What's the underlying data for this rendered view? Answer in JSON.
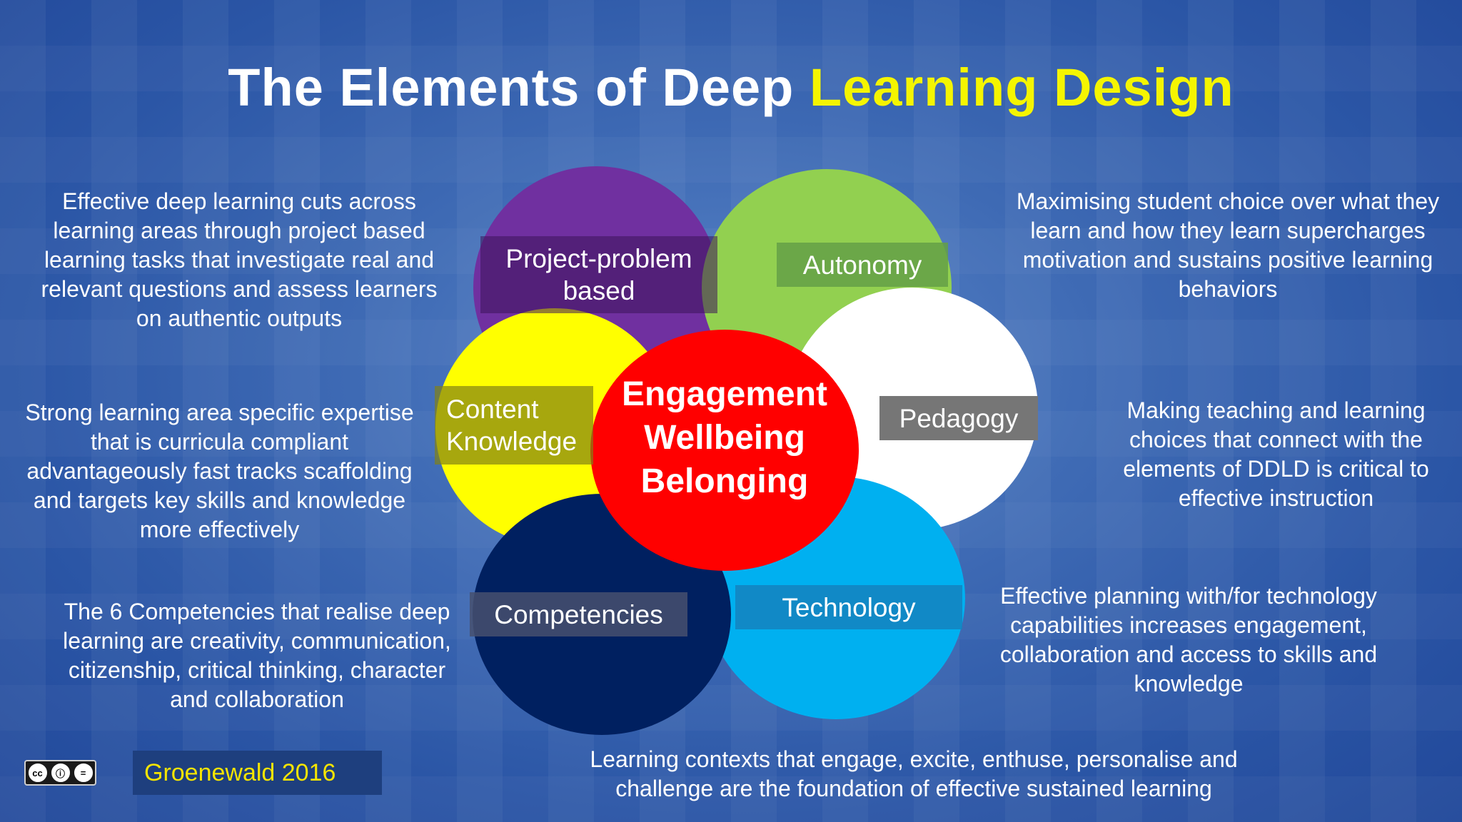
{
  "title": {
    "part1": "The Elements of Deep",
    "part2": "Learning Design"
  },
  "descriptions": {
    "project": "Effective deep learning cuts across learning areas through project based learning tasks that investigate real and relevant questions and assess learners on authentic outputs",
    "content": "Strong learning area specific expertise that is curricula compliant advantageously fast tracks scaffolding and targets key skills and knowledge more effectively",
    "competencies": "The 6 Competencies that realise deep learning are creativity, communication, citizenship, critical thinking, character and collaboration",
    "autonomy": "Maximising student choice over what they learn and how they learn supercharges motivation and sustains positive learning behaviors",
    "pedagogy": "Making teaching and learning choices that connect with the elements of DDLD is critical to effective instruction",
    "technology": "Effective planning with/for technology capabilities increases engagement, collaboration and access to skills and knowledge",
    "bottom": "Learning contexts that engage, excite, enthuse, personalise and challenge are the foundation of effective sustained learning"
  },
  "labels": {
    "project": "Project-problem based",
    "autonomy": "Autonomy",
    "content": "Content Knowledge",
    "pedagogy": "Pedagogy",
    "technology": "Technology",
    "competencies": "Competencies"
  },
  "center": {
    "line1": "Engagement",
    "line2": "Wellbeing",
    "line3": "Belonging"
  },
  "colors": {
    "project": "#7030a0",
    "autonomy": "#92d050",
    "content": "#ffff00",
    "pedagogy": "#ffffff",
    "technology": "#00b0f0",
    "competencies": "#002060",
    "center": "#ff0000",
    "title_highlight": "#f5f500"
  },
  "credit": "Groenewald 2016",
  "license_icon": "cc-by-nd-icon"
}
